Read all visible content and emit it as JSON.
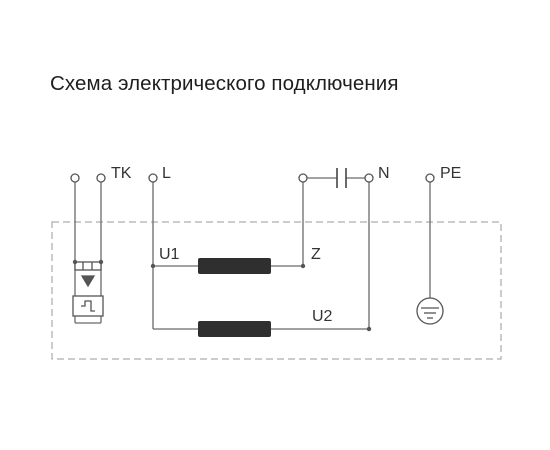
{
  "title": "Схема электрического подключения",
  "terminals": {
    "tk": "TK",
    "l": "L",
    "n": "N",
    "pe": "PE"
  },
  "winding_labels": {
    "u1": "U1",
    "z": "Z",
    "u2": "U2"
  },
  "colors": {
    "line": "#6b6b6b",
    "winding": "#2f2f2f",
    "dashed_frame": "#9a9a9a",
    "text": "#1e1e1e"
  }
}
